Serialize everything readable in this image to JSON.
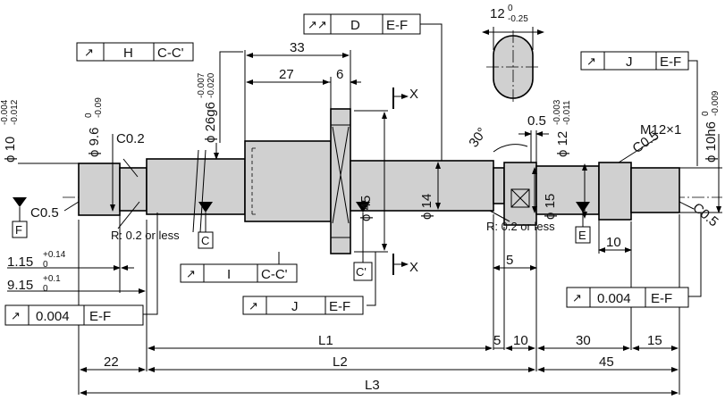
{
  "frames": {
    "top_left": {
      "sym": "↗",
      "ref": "H",
      "datum": "C-C'"
    },
    "top_mid": {
      "sym": "↗↗",
      "ref": "D",
      "datum": "E-F"
    },
    "top_right": {
      "sym": "↗",
      "ref": "J",
      "datum": "E-F"
    },
    "mid_I": {
      "sym": "↗",
      "ref": "I",
      "datum": "C-C'"
    },
    "mid_J": {
      "sym": "↗",
      "ref": "J",
      "datum": "E-F"
    },
    "bottom_left": {
      "sym": "↗",
      "value": "0.004",
      "datum": "E-F"
    },
    "bottom_right": {
      "sym": "↗",
      "value": "0.004",
      "datum": "E-F"
    }
  },
  "datums": {
    "F": "F",
    "C": "C",
    "C2": "C'",
    "E": "E"
  },
  "dims": {
    "d10_main": "ϕ 10",
    "d10_up": "-0.004",
    "d10_lo": "-0.012",
    "d96_main": "ϕ 9.6",
    "d96_up": "0",
    "d96_lo": "-0.09",
    "d26_main": "ϕ 26g6",
    "d26_up": "-0.007",
    "d26_lo": "-0.020",
    "d45": "ϕ 45",
    "d14": "ϕ 14",
    "d15": "ϕ 15",
    "d12_main": "ϕ 12",
    "d12_up": "-0.003",
    "d12_lo": "-0.011",
    "d10h6_main": "ϕ 10h6",
    "d10h6_up": "0",
    "d10h6_lo": "-0.009",
    "flat_main": "12",
    "flat_up": "0",
    "flat_lo": "-0.25",
    "thread": "M12×1",
    "c02": "C0.2",
    "c05_left": "C0.5",
    "c05_right": "C0.5",
    "c05_bottom": "C0.5",
    "radius_left": "R: 0.2 or less",
    "radius_right": "R: 0.2 or less",
    "angle": "30°",
    "w05": "0.5",
    "len33": "33",
    "len27": "27",
    "len6": "6",
    "len115_main": "1.15",
    "len115_up": "+0.14",
    "len115_lo": "0",
    "len915_main": "9.15",
    "len915_up": "+0.1",
    "len915_lo": "0",
    "len5_a": "5",
    "len10_a": "10",
    "len5_b": "5",
    "len10_b": "10",
    "len30": "30",
    "len15": "15",
    "len22": "22",
    "len45": "45",
    "L1": "L1",
    "L2": "L2",
    "L3": "L3",
    "sec_X_top": "X",
    "sec_X_bot": "X"
  }
}
